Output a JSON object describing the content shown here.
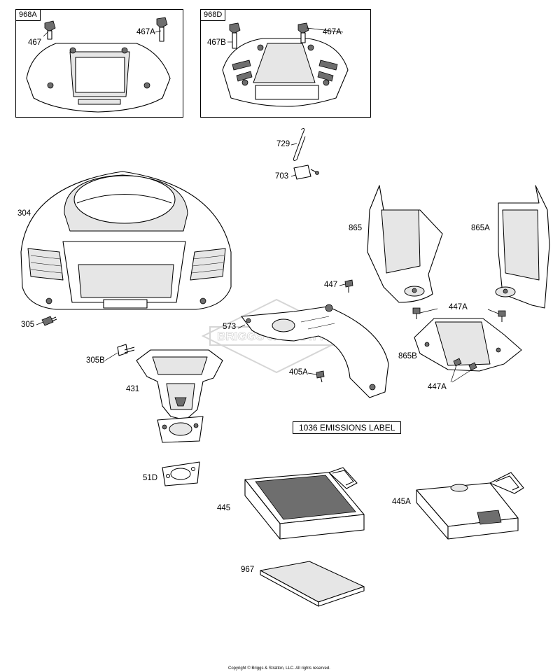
{
  "kits": [
    {
      "id": "968A",
      "parts": [
        "467",
        "467A"
      ]
    },
    {
      "id": "968D",
      "parts": [
        "467B",
        "467A"
      ]
    }
  ],
  "callouts": {
    "p729": "729",
    "p703": "703",
    "p304": "304",
    "p865": "865",
    "p865A": "865A",
    "p447": "447",
    "p447A_top": "447A",
    "p305": "305",
    "p573": "573",
    "p865B": "865B",
    "p305B": "305B",
    "p405A": "405A",
    "p447A_bottom": "447A",
    "p431": "431",
    "p51D": "51D",
    "p445": "445",
    "p445A": "445A",
    "p967": "967"
  },
  "emissions_label": "1036 EMISSIONS LABEL",
  "watermark": "BRIGGS & STRATTON",
  "copyright": "Copyright © Briggs & Stratton, LLC. All rights reserved."
}
